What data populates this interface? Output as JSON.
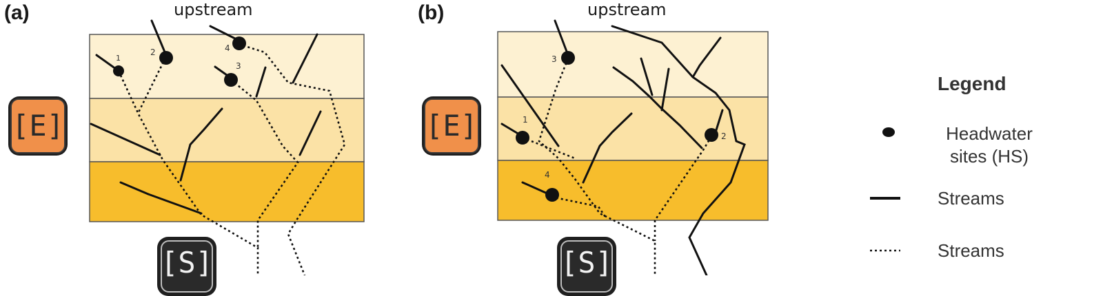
{
  "panels": {
    "a": {
      "letter": "(a)",
      "upstream": "upstream",
      "badge_e": "[E]",
      "badge_s": "[S]",
      "site_labels": [
        "1",
        "2",
        "3",
        "4"
      ]
    },
    "b": {
      "letter": "(b)",
      "upstream": "upstream",
      "badge_e": "[E]",
      "badge_s": "[S]",
      "site_labels": [
        "1",
        "2",
        "3",
        "4"
      ]
    }
  },
  "legend": {
    "title": "Legend",
    "headwater_sites": "Headwater sites (HS)",
    "headwater_line1": "Headwater",
    "headwater_line2": "sites (HS)",
    "streams": "Streams",
    "streams_dotted": "Streams"
  },
  "colors": {
    "band_top": "#fdf1d2",
    "band_mid": "#fbe2a6",
    "band_bottom": "#f7bd2c",
    "badge_e": "#f0904a",
    "badge_s": "#2a2a2a",
    "stroke": "#111111"
  }
}
